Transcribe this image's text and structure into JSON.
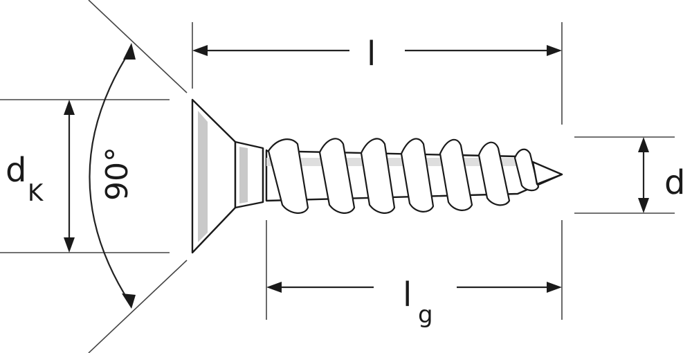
{
  "diagram": {
    "labels": {
      "length": "l",
      "thread_length_main": "l",
      "thread_length_sub": "g",
      "head_diameter_main": "d",
      "head_diameter_sub": "K",
      "shank_diameter": "d",
      "head_angle": "90°"
    },
    "colors": {
      "line": "#1a1a1a",
      "shading": "#c9c9c9",
      "background": "#ffffff"
    }
  }
}
